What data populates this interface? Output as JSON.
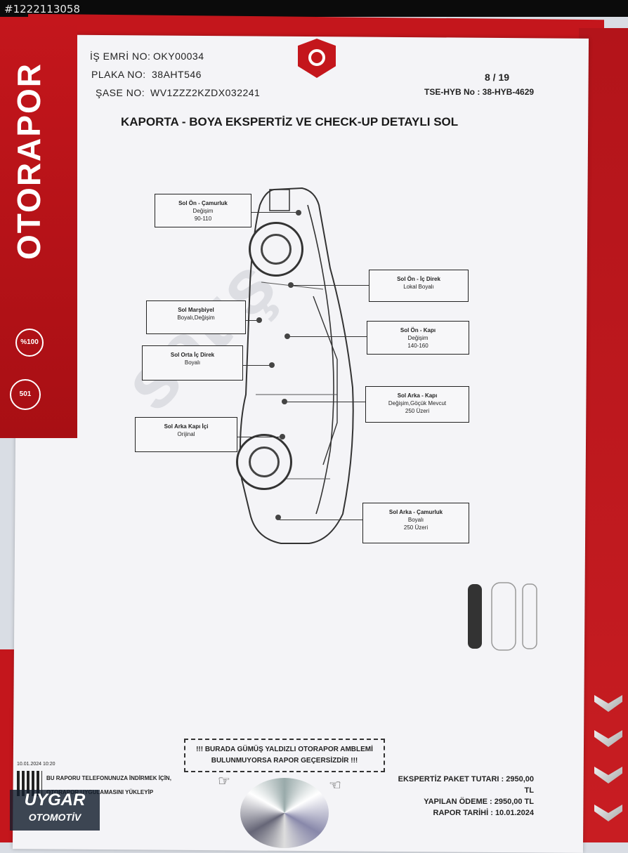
{
  "watermark_id": "#1222113058",
  "brand": "OTORAPOR",
  "badges": {
    "b1": "%100",
    "b2": "501"
  },
  "header": {
    "is_emri_label": "İŞ EMRİ NO:",
    "is_emri_value": "OKY00034",
    "plaka_label": "PLAKA NO:",
    "plaka_value": "38AHT546",
    "sase_label": "ŞASE NO:",
    "sase_value": "WV1ZZZ2KZDX032241",
    "page": "8 / 19",
    "tse": "TSE-HYB No : 38-HYB-4629"
  },
  "title": "KAPORTA - BOYA EKSPERTİZ VE CHECK-UP DETAYLI SOL",
  "parts": [
    {
      "name": "Sol Ön - Çamurluk",
      "status": "Değişim",
      "note": "90-110"
    },
    {
      "name": "Sol Ön - İç Direk",
      "status": "Lokal Boyalı",
      "note": ""
    },
    {
      "name": "Sol Marşbiyel",
      "status": "Boyalı,Değişim",
      "note": ""
    },
    {
      "name": "Sol Ön - Kapı",
      "status": "Değişim",
      "note": "140-160"
    },
    {
      "name": "Sol Orta İç Direk",
      "status": "Boyalı",
      "note": ""
    },
    {
      "name": "Sol Arka - Kapı",
      "status": "Değişim,Göçük Mevcut",
      "note": "250 Üzeri"
    },
    {
      "name": "Sol Arka Kapı İçi",
      "status": "Orijinal",
      "note": ""
    },
    {
      "name": "Sol Arka - Çamurluk",
      "status": "Boyalı",
      "note": "250 Üzeri"
    }
  ],
  "warning": {
    "line1": "!!! BURADA GÜMÜŞ YALDIZLI OTORAPOR AMBLEMİ",
    "line2": "BULUNMUYORSA RAPOR GEÇERSİZDİR !!!"
  },
  "fees": {
    "paket_label": "EKSPERTİZ PAKET TUTARI :",
    "paket_value": "2950,00 TL",
    "odeme_label": "YAPILAN ÖDEME :",
    "odeme_value": "2950,00 TL",
    "tarih_label": "RAPOR TARİHİ :",
    "tarih_value": "10.01.2024"
  },
  "footer": {
    "timestamp": "10.01.2024 10:20",
    "qr_text1": "BU RAPORU TELEFONUNUZA İNDİRMEK İÇİN,",
    "qr_text2": "OTORAPOR UYGULAMASINI YÜKLEYİP"
  },
  "dealer": {
    "line1": "UYGAR",
    "line2": "OTOMOTİV"
  },
  "side_text": "satış"
}
